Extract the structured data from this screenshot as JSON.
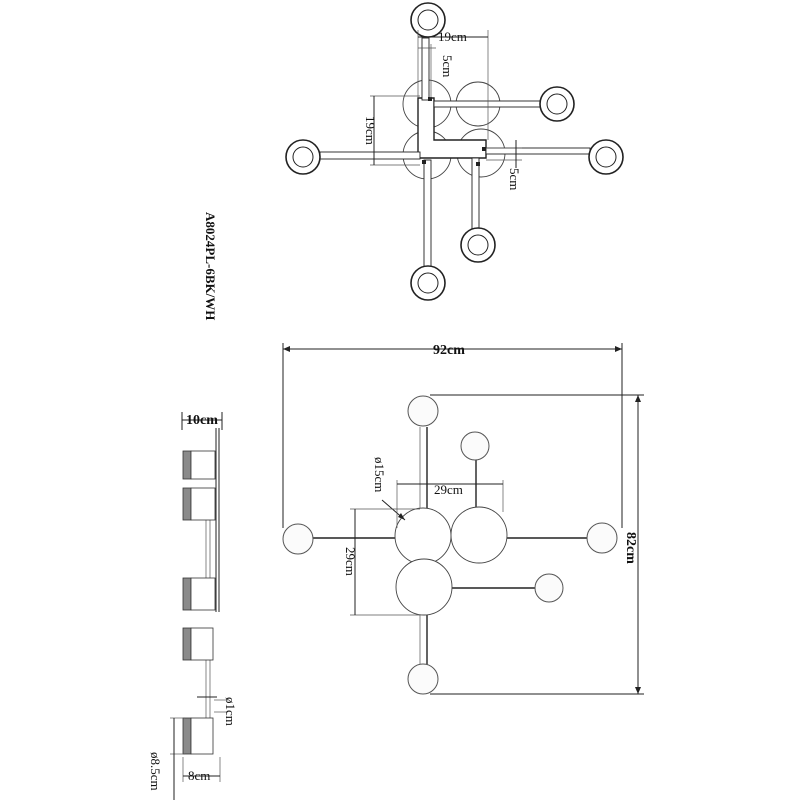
{
  "model_number": "A8024PL-6BK/WH",
  "top_view": {
    "dim_width": "19cm",
    "dim_small_top": "5cm",
    "dim_height": "19cm",
    "dim_small_right": "5cm"
  },
  "front_view": {
    "dim_total_width": "92cm",
    "dim_total_height": "82cm",
    "dim_disc_diameter": "ø15cm",
    "dim_disc_span_h": "29cm",
    "dim_disc_span_v": "29cm"
  },
  "side_view": {
    "dim_depth": "10cm",
    "dim_rod_diameter": "ø1cm",
    "dim_shade_diameter": "ø8.5cm",
    "dim_shade_length": "8cm"
  }
}
